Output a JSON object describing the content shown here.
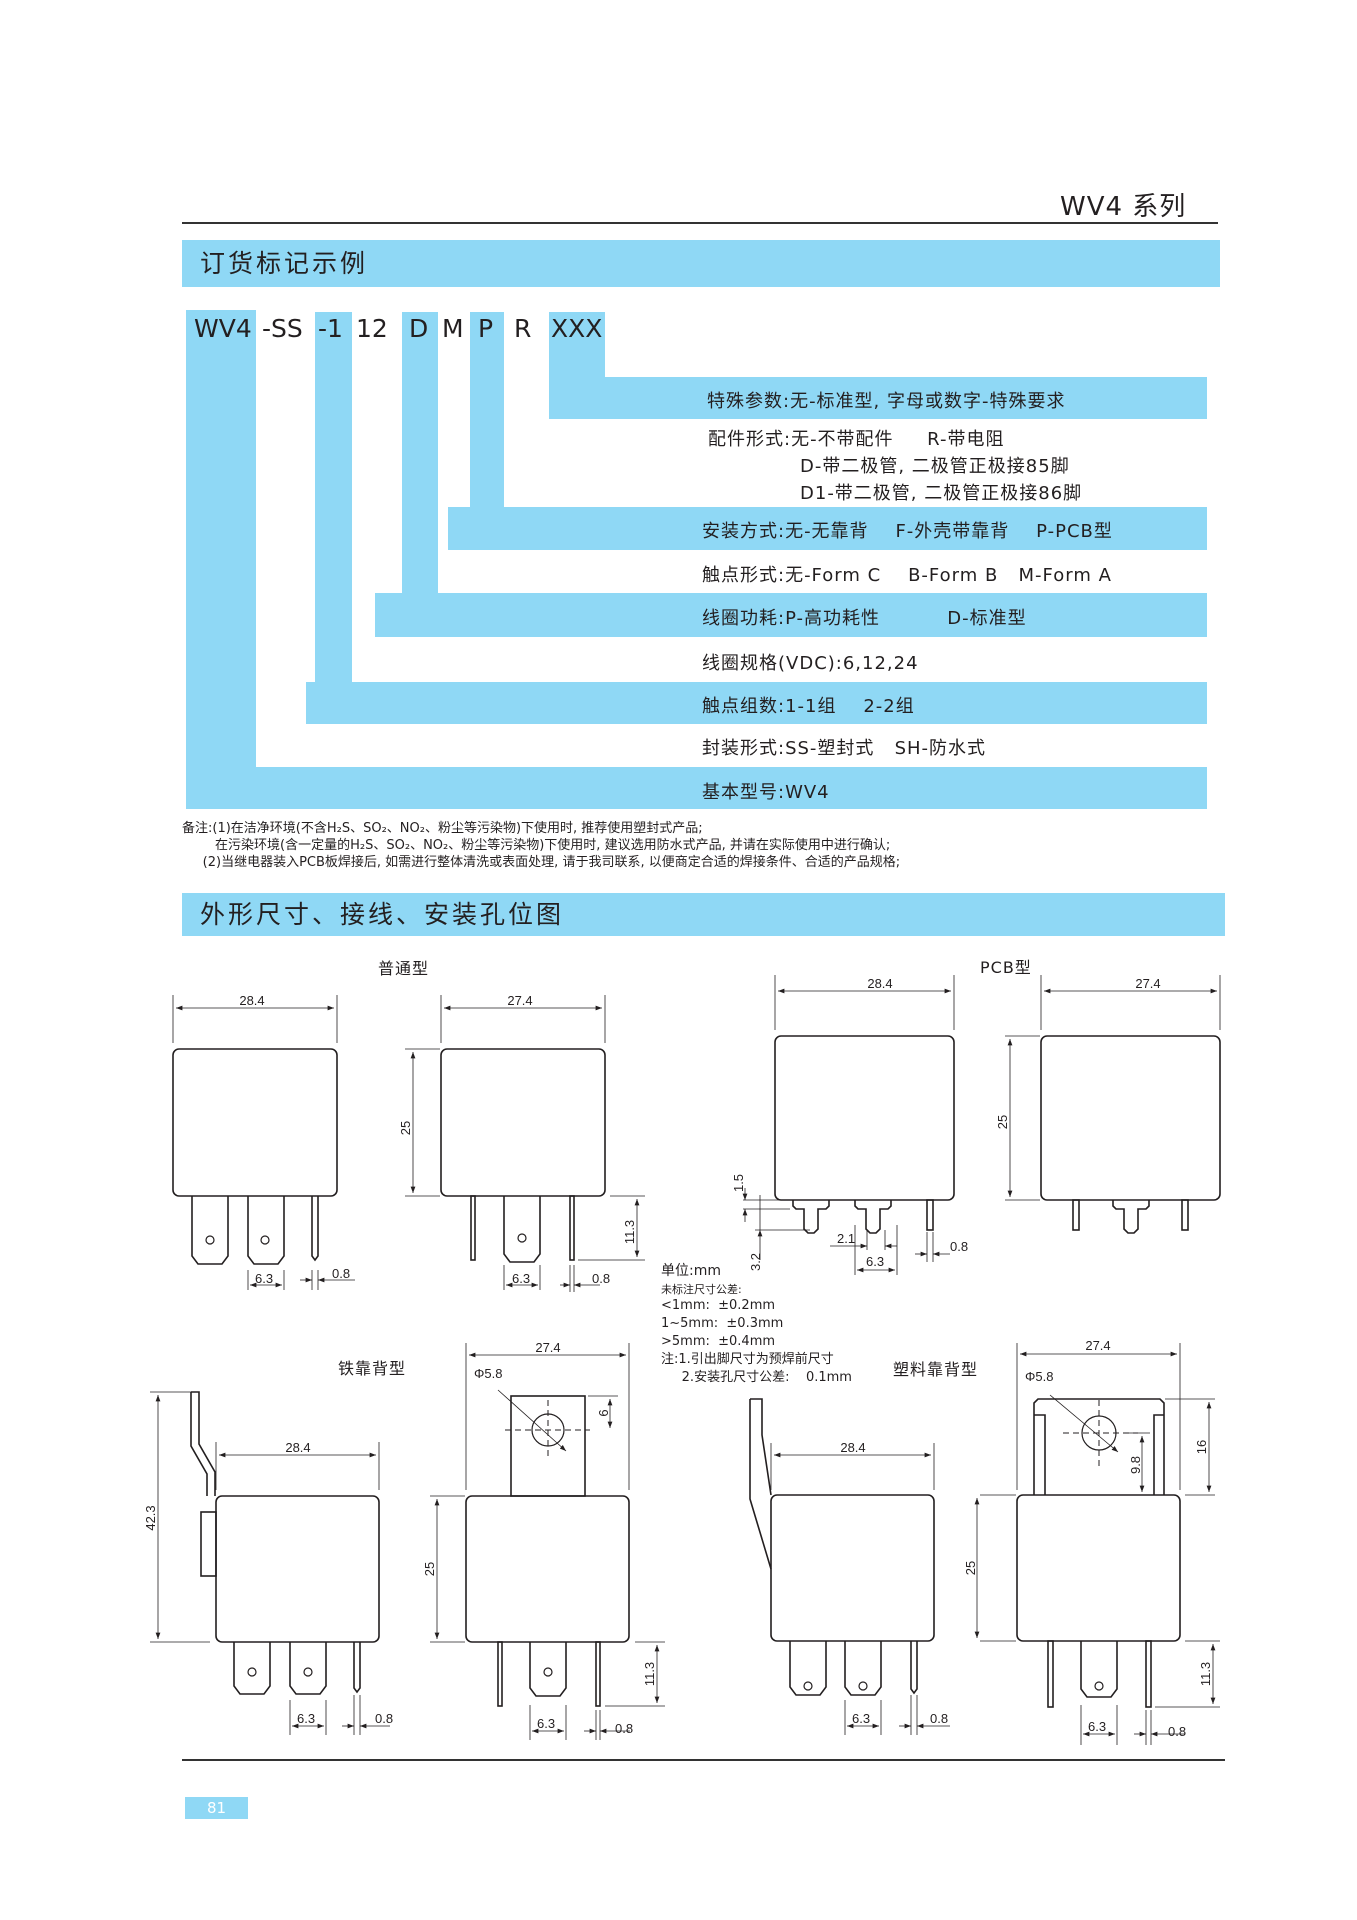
{
  "header": {
    "series_title": "WV4 系列"
  },
  "ordering": {
    "section_title": "订货标记示例",
    "code_parts": [
      "WV4",
      "-SS",
      "-1",
      "12",
      "D",
      "M",
      "P",
      "R",
      "XXX"
    ],
    "specs": [
      {
        "key": "special",
        "text": "特殊参数:无-标准型, 字母或数字-特殊要求"
      },
      {
        "key": "accessory",
        "lines": [
          "配件形式:无-不带配件     R-带电阻",
          "D-带二极管, 二极管正极接85脚",
          "D1-带二极管, 二极管正极接86脚"
        ]
      },
      {
        "key": "mounting",
        "text": "安装方式:无-无靠背    F-外壳带靠背    P-PCB型"
      },
      {
        "key": "contact_form",
        "text": "触点形式:无-Form C    B-Form B   M-Form A"
      },
      {
        "key": "coil_power",
        "text": "线圈功耗:P-高功耗性          D-标准型"
      },
      {
        "key": "coil_voltage",
        "text": "线圈规格(VDC):6,12,24"
      },
      {
        "key": "contact_groups",
        "text": "触点组数:1-1组    2-2组"
      },
      {
        "key": "package",
        "text": "封装形式:SS-塑封式   SH-防水式"
      },
      {
        "key": "base_model",
        "text": "基本型号:WV4"
      }
    ],
    "remarks": [
      "备注:(1)在洁净环境(不含H₂S、SO₂、NO₂、粉尘等污染物)下使用时, 推荐使用塑封式产品;",
      "        在污染环境(含一定量的H₂S、SO₂、NO₂、粉尘等污染物)下使用时, 建议选用防水式产品, 并请在实际使用中进行确认;",
      "     (2)当继电器装入PCB板焊接后, 如需进行整体清洗或表面处理, 请于我司联系, 以便商定合适的焊接条件、合适的产品规格;"
    ]
  },
  "dimensions": {
    "section_title": "外形尺寸、接线、安装孔位图",
    "views": {
      "standard": {
        "caption": "普通型",
        "width_side": "28.4",
        "width_front": "27.4",
        "height": "25",
        "pin_len": "11.3",
        "pin_w": "6.3",
        "pin_t": "0.8"
      },
      "pcb": {
        "caption": "PCB型",
        "width_side": "28.4",
        "width_front": "27.4",
        "height": "25",
        "d1": "1.5",
        "d2": "3.2",
        "d3": "2.1",
        "pin_w": "6.3",
        "pin_t": "0.8"
      },
      "iron_bracket": {
        "caption": "铁靠背型",
        "total_h": "42.3",
        "width_side": "28.4",
        "width_front": "27.4",
        "hole": "Φ5.8",
        "hole_off": "6",
        "height": "25",
        "pin_len": "11.3",
        "pin_w": "6.3",
        "pin_t": "0.8"
      },
      "plastic_bracket": {
        "caption": "塑料靠背型",
        "width_side": "28.4",
        "width_front": "27.4",
        "hole": "Φ5.8",
        "hole_off": "9.8",
        "bracket_h": "16",
        "height": "25",
        "pin_len": "11.3",
        "pin_w": "6.3",
        "pin_t": "0.8"
      }
    },
    "tolerance": {
      "unit": "单位:mm",
      "lines": [
        "未标注尺寸公差:",
        "<1mm:  ±0.2mm",
        "1~5mm:  ±0.3mm",
        ">5mm:  ±0.4mm"
      ],
      "notes": [
        "注:1.引出脚尺寸为预焊前尺寸",
        "     2.安装孔尺寸公差:    0.1mm"
      ]
    }
  },
  "footer": {
    "page_number": "81"
  },
  "colors": {
    "accent": "#8fd8f5",
    "text": "#231f20"
  }
}
